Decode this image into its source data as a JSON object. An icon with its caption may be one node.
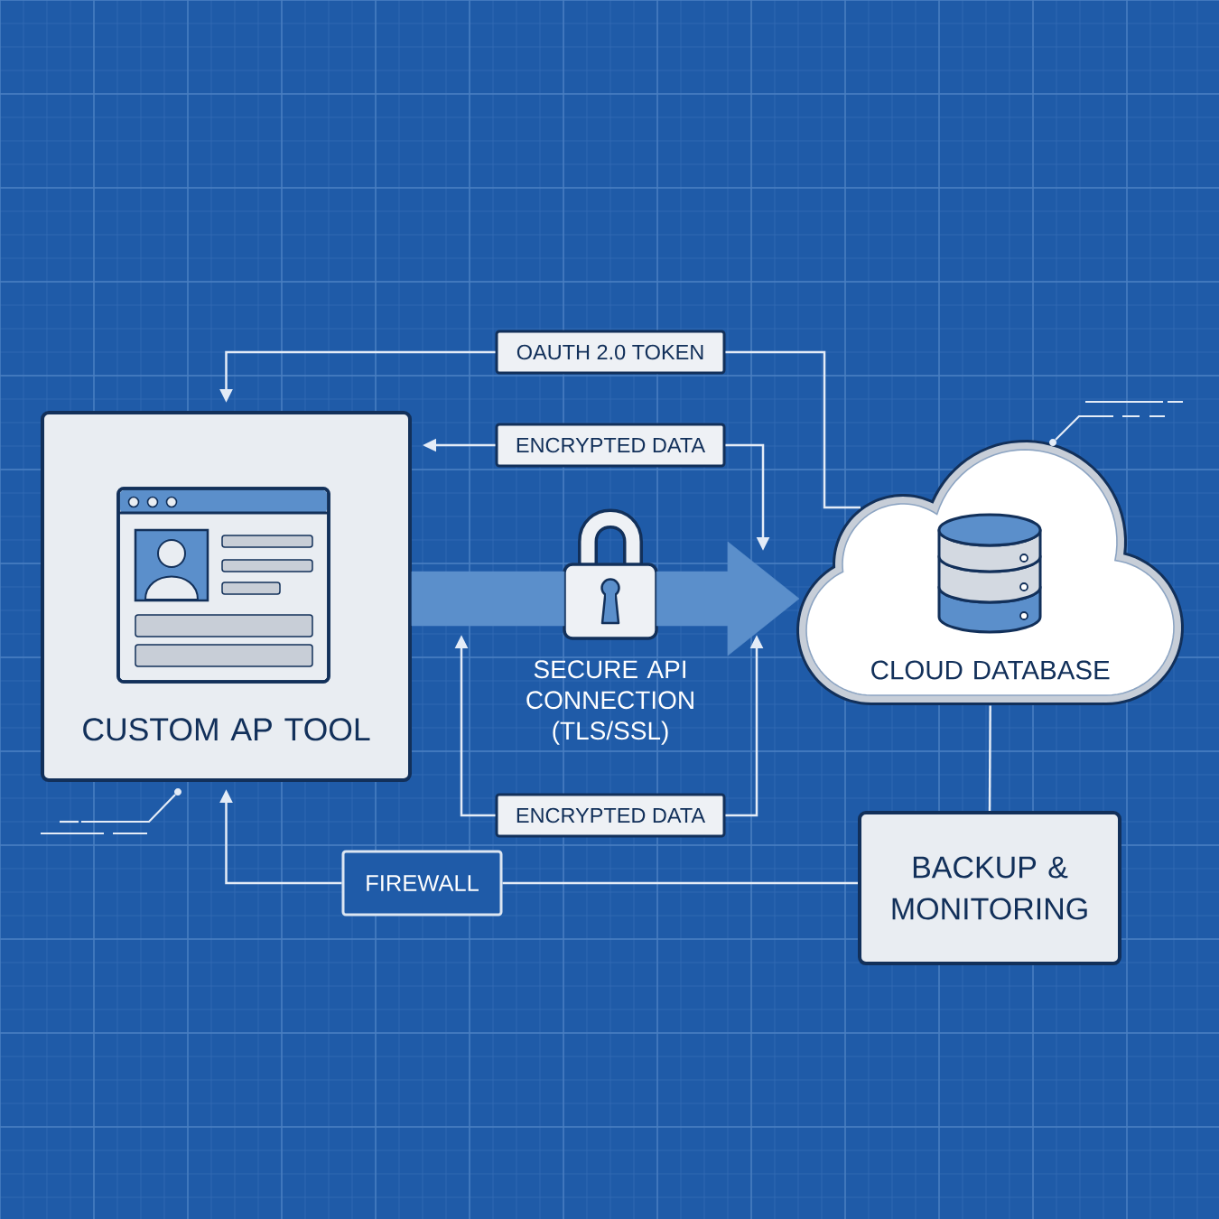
{
  "diagram": {
    "nodes": [
      {
        "text": [
          "OAUTH 2.0 TOKEN"
        ]
      },
      {
        "text": [
          "CUSTOM AP TOOL"
        ]
      },
      {
        "text": [
          "ENCRYPTED DATA"
        ]
      },
      {
        "text": [
          "CLOUD DATABASE"
        ]
      },
      {
        "text": [],
        "shape": "picture",
        "beside": [
          "SECURE API CONNECTION (TLS/SSL)"
        ]
      },
      {
        "text": [
          "ENCRYPTED DATA"
        ]
      },
      {
        "text": [
          "FIREWALL"
        ]
      },
      {
        "text": [
          "BACKUP & MONITORING"
        ]
      },
      {
        "text": [],
        "shape": "circle"
      },
      {
        "text": [],
        "shape": "circle"
      }
    ],
    "edges": [
      {
        "from": 1,
        "to": 4,
        "arrow": "none",
        "style": "thick",
        "color": "#5b8fcb"
      },
      {
        "from": 4,
        "to": 3,
        "arrow": "to",
        "style": "thick",
        "color": "#5b8fcb"
      },
      {
        "from": 3,
        "to": 0,
        "arrow": "none"
      },
      {
        "from": 0,
        "to": 1,
        "arrow": "to"
      },
      {
        "from": 2,
        "to": 1,
        "arrow": "to"
      },
      {
        "from": 2,
        "to": null,
        "arrow": "to"
      },
      {
        "from": 5,
        "to": null,
        "arrow": "to"
      },
      {
        "from": 5,
        "to": null,
        "arrow": "to"
      },
      {
        "from": 7,
        "to": 6,
        "arrow": "none"
      },
      {
        "from": 6,
        "to": 1,
        "arrow": "to"
      },
      {
        "from": 3,
        "to": 7,
        "arrow": "none"
      },
      {
        "from": null,
        "to": 8,
        "arrow": "none"
      },
      {
        "from": null,
        "to": 9,
        "arrow": "none"
      }
    ]
  }
}
